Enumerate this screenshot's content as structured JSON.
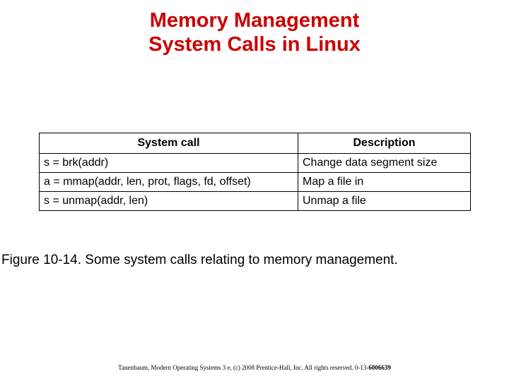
{
  "slide": {
    "title_lines": [
      "Memory Management",
      "System Calls in Linux"
    ],
    "title_color": "#CC0000",
    "background_color": "#FFFFFF"
  },
  "table": {
    "columns": [
      "System call",
      "Description"
    ],
    "rows": [
      {
        "call": "s = brk(addr)",
        "description": "Change data segment size"
      },
      {
        "call": "a = mmap(addr, len, prot, flags, fd, offset)",
        "description": "Map a file in"
      },
      {
        "call": "s = unmap(addr, len)",
        "description": "Unmap a file"
      }
    ]
  },
  "caption": {
    "text": "Figure 10-14. Some system calls relating to memory management."
  },
  "footer": {
    "text": "Tanenbaum, Modern Operating Systems 3 e, (c) 2008 Prentice-Hall, Inc. All rights reserved. 0-13-",
    "isbn": "6006639"
  }
}
